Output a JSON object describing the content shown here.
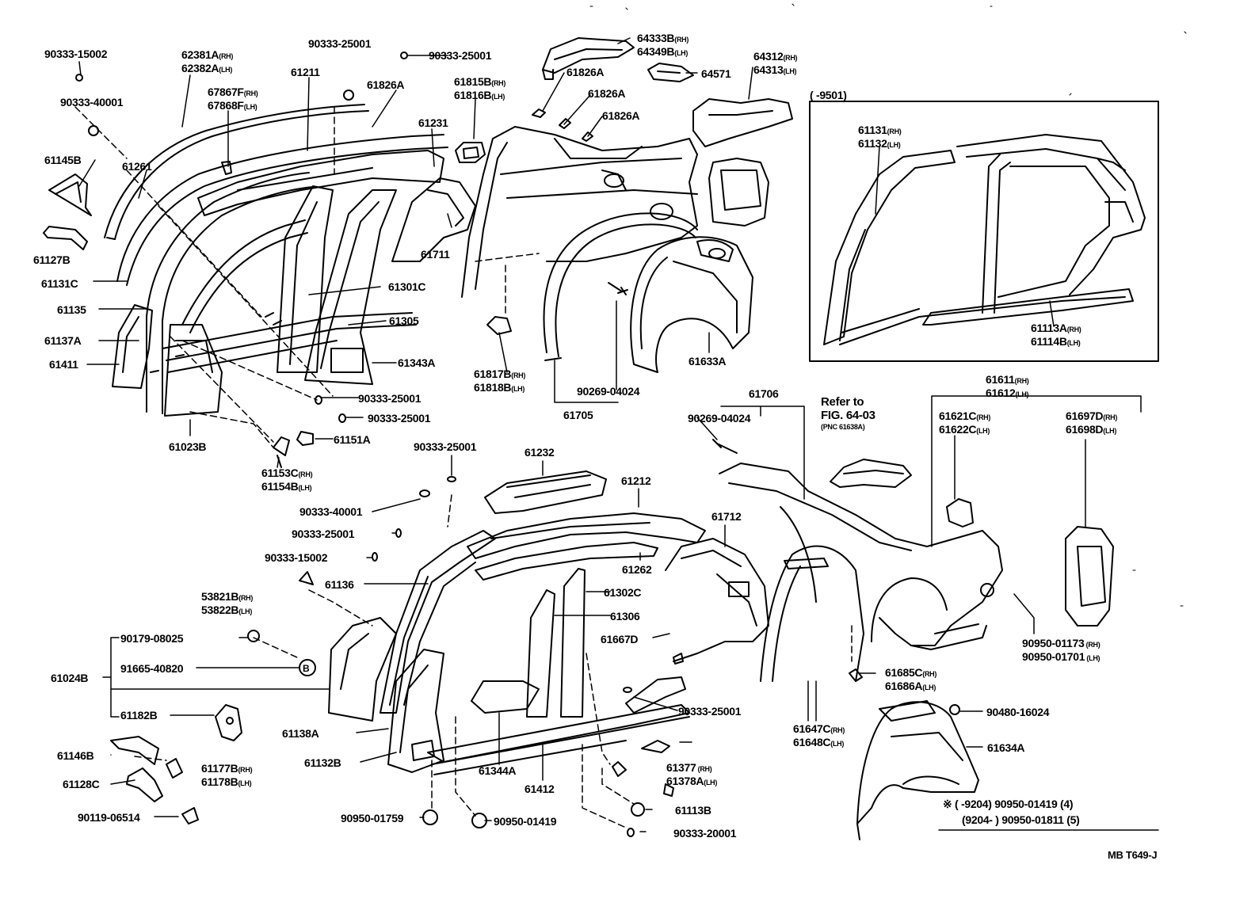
{
  "inset_range": "(     -9501)",
  "drawing_code": "MB T649-J",
  "refer_to": "Refer to",
  "refer_fig": "FIG. 64-03",
  "refer_pnc": "(PNC 61638A)",
  "footnote_line1": "※ (      -9204) 90950-01419 (4)",
  "footnote_line2": "(9204-        ) 90950-01811 (5)",
  "labels": [
    {
      "id": "l1",
      "text": "90333-15002"
    },
    {
      "id": "l2",
      "text": "90333-40001"
    },
    {
      "id": "l3",
      "text": "62381A",
      "suf": "(RH)",
      "text2": "62382A",
      "suf2": "(LH)"
    },
    {
      "id": "l4",
      "text": "61211"
    },
    {
      "id": "l5",
      "text": "67867F",
      "suf": "(RH)",
      "text2": "67868F",
      "suf2": "(LH)"
    },
    {
      "id": "l6",
      "text": "90333-25001"
    },
    {
      "id": "l7",
      "text": "61826A"
    },
    {
      "id": "l8",
      "text": "90333-25001"
    },
    {
      "id": "l9",
      "text": "61815B",
      "suf": "(RH)",
      "text2": "61816B",
      "suf2": "(LH)"
    },
    {
      "id": "l10",
      "text": "61231"
    },
    {
      "id": "l11",
      "text": "61145B"
    },
    {
      "id": "l12",
      "text": "61261"
    },
    {
      "id": "l13",
      "text": "61127B"
    },
    {
      "id": "l14",
      "text": "61131C"
    },
    {
      "id": "l15",
      "text": "61135"
    },
    {
      "id": "l16",
      "text": "61137A"
    },
    {
      "id": "l17",
      "text": "61411"
    },
    {
      "id": "l18",
      "text": "61301C"
    },
    {
      "id": "l19",
      "text": "61305"
    },
    {
      "id": "l20",
      "text": "61343A"
    },
    {
      "id": "l21",
      "text": "61711"
    },
    {
      "id": "l22",
      "text": "90333-25001"
    },
    {
      "id": "l23",
      "text": "90333-25001"
    },
    {
      "id": "l24",
      "text": "61023B"
    },
    {
      "id": "l25",
      "text": "61151A"
    },
    {
      "id": "l26",
      "text": "61153C",
      "suf": "(RH)",
      "text2": "61154B",
      "suf2": "(LH)"
    },
    {
      "id": "l27",
      "text": "64333B",
      "suf": "(RH)",
      "text2": "64349B",
      "suf2": "(LH)"
    },
    {
      "id": "l28",
      "text": "64571"
    },
    {
      "id": "l29",
      "text": "61826A"
    },
    {
      "id": "l30",
      "text": "61826A"
    },
    {
      "id": "l31",
      "text": "61826A"
    },
    {
      "id": "l32",
      "text": "64312",
      "suf": "(RH)",
      "text2": "64313",
      "suf2": "(LH)"
    },
    {
      "id": "l33",
      "text": "61817B",
      "suf": "(RH)",
      "text2": "61818B",
      "suf2": "(LH)"
    },
    {
      "id": "l34",
      "text": "90269-04024"
    },
    {
      "id": "l35",
      "text": "61705"
    },
    {
      "id": "l36",
      "text": "61633A"
    },
    {
      "id": "l37",
      "text": "61131",
      "suf": "(RH)",
      "text2": "61132",
      "suf2": "(LH)"
    },
    {
      "id": "l38",
      "text": "61113A",
      "suf": "(RH)",
      "text2": "61114B",
      "suf2": "(LH)"
    },
    {
      "id": "l39",
      "text": "61611",
      "suf": "(RH)",
      "text2": "61612",
      "suf2": "(LH)"
    },
    {
      "id": "l40",
      "text": "61706"
    },
    {
      "id": "l41",
      "text": "90269-04024"
    },
    {
      "id": "l42",
      "text": "61621C",
      "suf": "(RH)",
      "text2": "61622C",
      "suf2": "(LH)"
    },
    {
      "id": "l43",
      "text": "61697D",
      "suf": "(RH)",
      "text2": "61698D",
      "suf2": "(LH)"
    },
    {
      "id": "l44",
      "text": "90333-25001"
    },
    {
      "id": "l45",
      "text": "61232"
    },
    {
      "id": "l46",
      "text": "61212"
    },
    {
      "id": "l47",
      "text": "90333-40001"
    },
    {
      "id": "l48",
      "text": "90333-25001"
    },
    {
      "id": "l49",
      "text": "90333-15002"
    },
    {
      "id": "l50",
      "text": "61712"
    },
    {
      "id": "l51",
      "text": "61262"
    },
    {
      "id": "l52",
      "text": "61136"
    },
    {
      "id": "l53",
      "text": "53821B",
      "suf": "(RH)",
      "text2": "53822B",
      "suf2": "(LH)"
    },
    {
      "id": "l54",
      "text": "61302C"
    },
    {
      "id": "l55",
      "text": "61306"
    },
    {
      "id": "l56",
      "text": "90179-08025"
    },
    {
      "id": "l57",
      "text": "91665-40820"
    },
    {
      "id": "l58",
      "text": "61024B"
    },
    {
      "id": "l59",
      "text": "61667D"
    },
    {
      "id": "l60",
      "text": "61182B"
    },
    {
      "id": "l61",
      "text": "90333-25001"
    },
    {
      "id": "l62",
      "text": "61138A"
    },
    {
      "id": "l63",
      "text": "61146B"
    },
    {
      "id": "l64",
      "text": "61132B"
    },
    {
      "id": "l65",
      "text": "61344A"
    },
    {
      "id": "l66",
      "text": "61177B",
      "suf": "(RH)",
      "text2": "61178B",
      "suf2": "(LH)"
    },
    {
      "id": "l67",
      "text": "61128C"
    },
    {
      "id": "l68",
      "text": "61412"
    },
    {
      "id": "l69",
      "text": "61377",
      "suf": "    (RH)",
      "text2": "61378A",
      "suf2": "(LH)"
    },
    {
      "id": "l70",
      "text": "90119-06514"
    },
    {
      "id": "l71",
      "text": "90950-01759"
    },
    {
      "id": "l72",
      "text": "90950-01419"
    },
    {
      "id": "l73",
      "text": "61113B"
    },
    {
      "id": "l74",
      "text": "90333-20001"
    },
    {
      "id": "l75",
      "text": "90950-01173",
      "suf": " (RH)",
      "text2": "90950-01701",
      "suf2": " (LH)"
    },
    {
      "id": "l76",
      "text": "61685C",
      "suf": "(RH)",
      "text2": "61686A",
      "suf2": "(LH)"
    },
    {
      "id": "l77",
      "text": "90480-16024"
    },
    {
      "id": "l78",
      "text": "61647C",
      "suf": "(RH)",
      "text2": "61648C",
      "suf2": "(LH)"
    },
    {
      "id": "l79",
      "text": "61634A"
    }
  ]
}
